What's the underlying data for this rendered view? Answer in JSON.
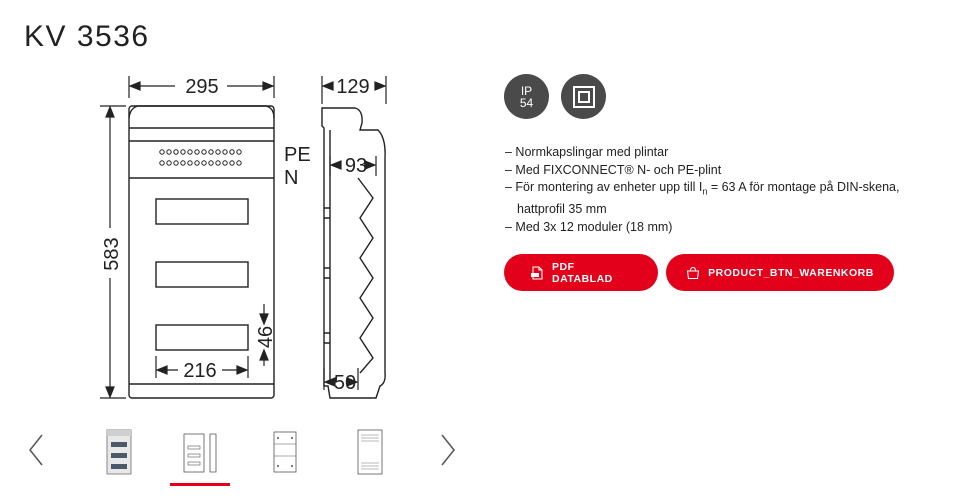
{
  "product": {
    "title": "KV 3536"
  },
  "drawing": {
    "dim_width": "295",
    "dim_depth": "129",
    "dim_height": "583",
    "dim_inner": "93",
    "dim_rail": "216",
    "dim_module": "46",
    "dim_base": "50",
    "pe_label": "PE",
    "n_label": "N"
  },
  "badges": {
    "ip_top": "IP",
    "ip_bottom": "54"
  },
  "features": {
    "item1": "– Normkapslingar med plintar",
    "item2": "– Med FIXCONNECT® N- och PE-plint",
    "item3_a": "– För montering av enheter upp till I",
    "item3_sub": "n",
    "item3_b": " = 63 A för montage på DIN-skena,",
    "item3_cont": "hattprofil 35 mm",
    "item4": "– Med 3x 12 moduler (18 mm)"
  },
  "buttons": {
    "pdf": "PDF DATABLAD",
    "cart": "PRODUCT_BTN_WARENKORB"
  },
  "colors": {
    "accent": "#e2001a",
    "badge": "#4a4a4a"
  },
  "icons": {
    "pdf": "pdf-file-icon",
    "cart": "cart-icon",
    "prev": "chevron-left-icon",
    "next": "chevron-right-icon",
    "protection": "double-insulation-icon"
  }
}
